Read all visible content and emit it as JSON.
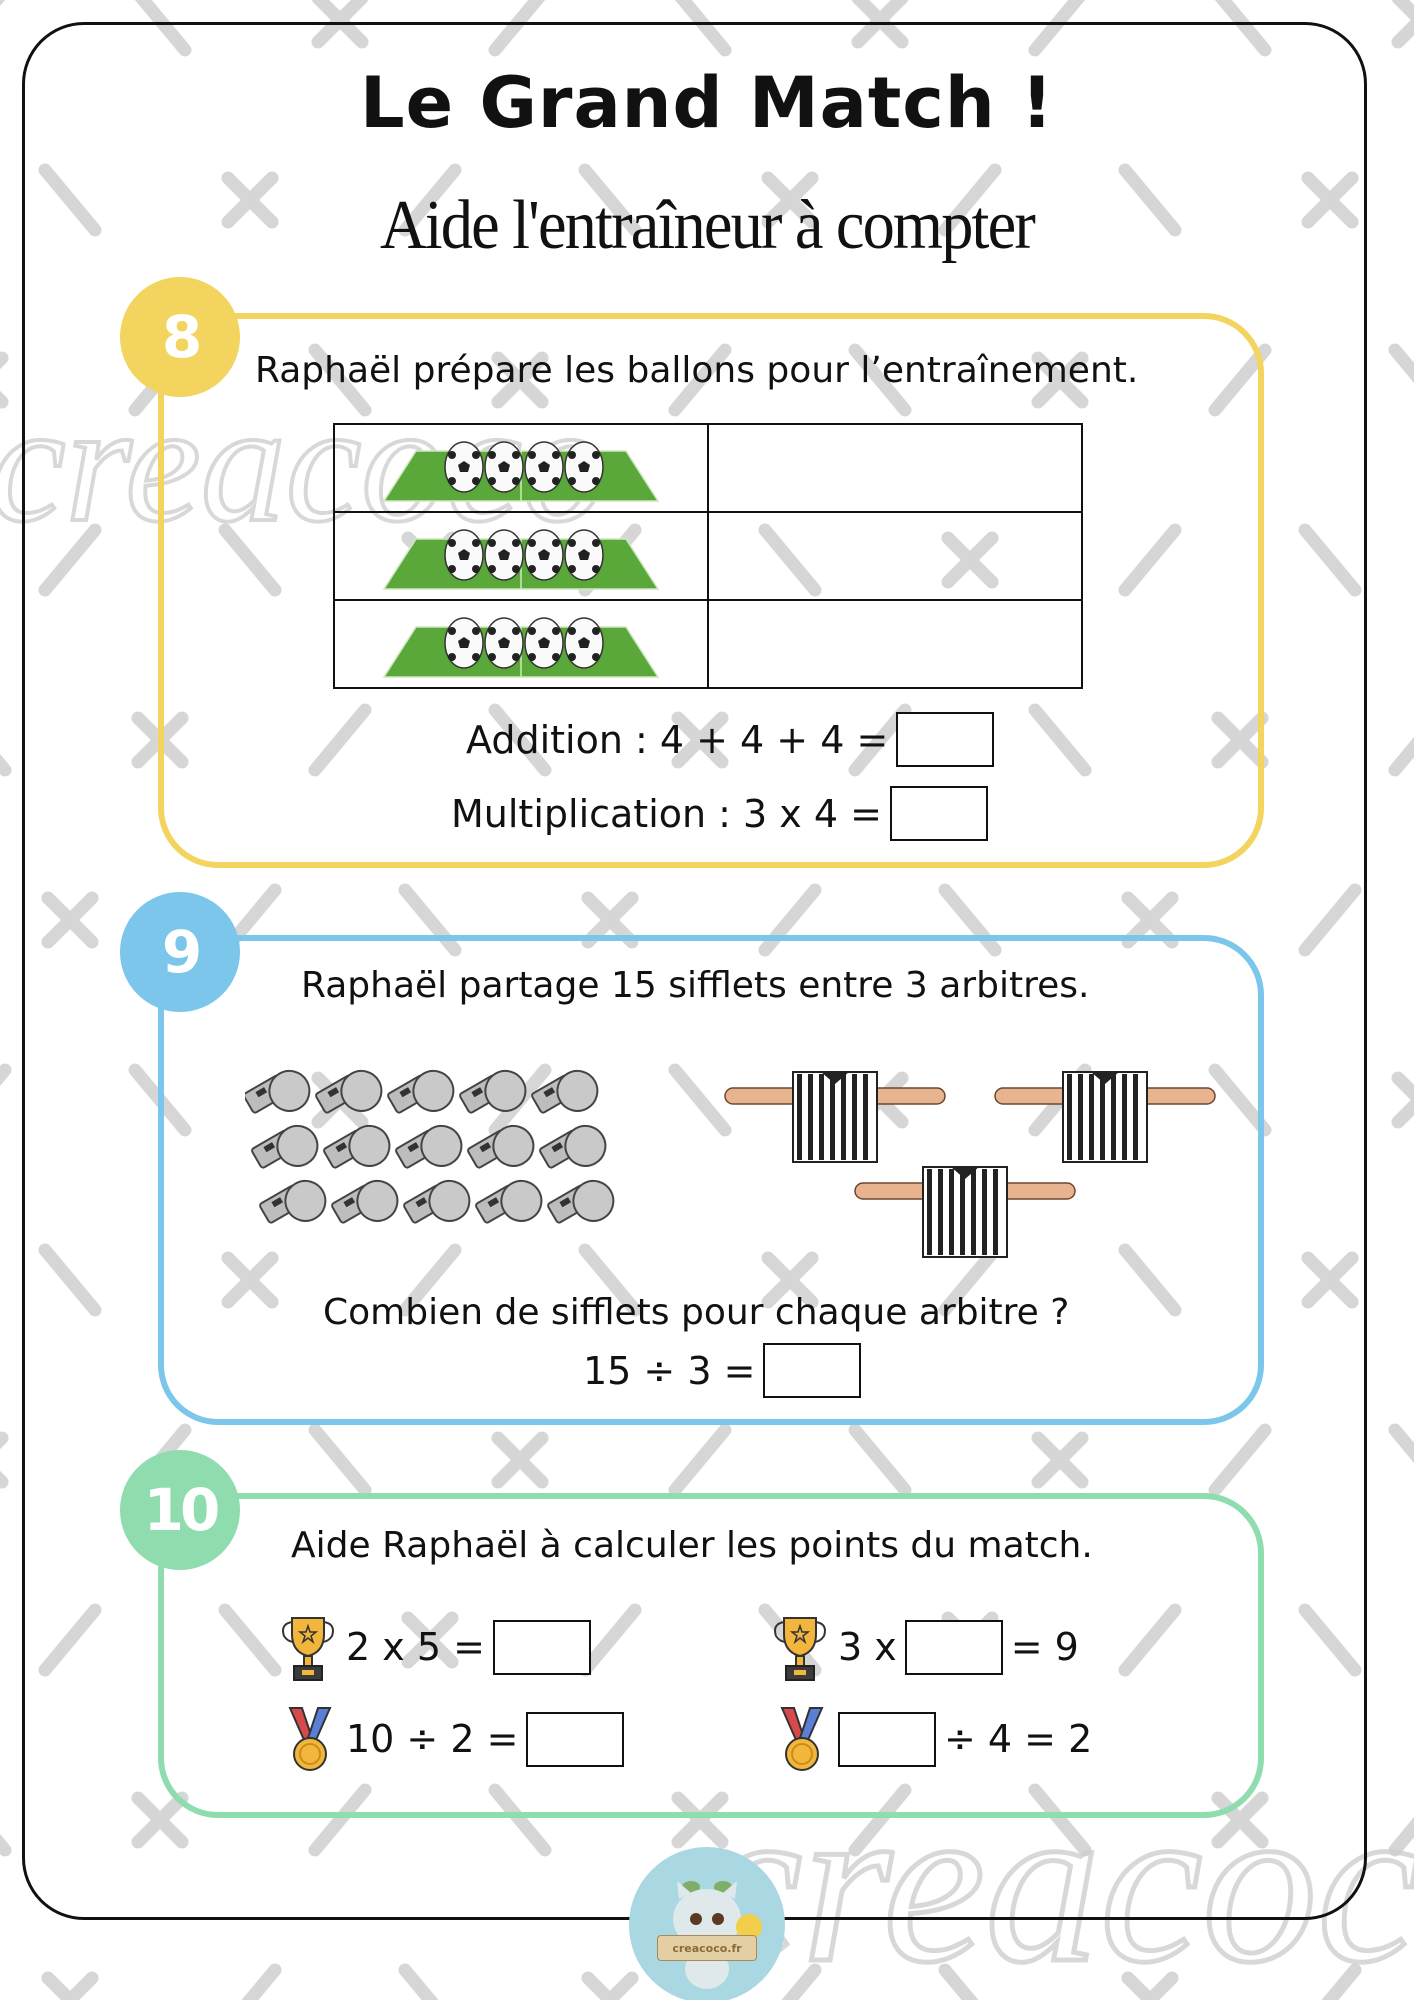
{
  "header": {
    "title": "Le Grand Match !",
    "subtitle": "Aide l'entraîneur à compter"
  },
  "colors": {
    "yellow": "#f3d45e",
    "blue": "#7cc6ec",
    "green": "#8fdcae",
    "frame": "#111111",
    "watermark": "#d0d0d0"
  },
  "exercises": [
    {
      "number": "8",
      "prompt": "Raphaël prépare les ballons pour l’entraînement.",
      "rows": [
        {
          "icon": "soccer-ball-icon",
          "count": 4
        },
        {
          "icon": "soccer-ball-icon",
          "count": 4
        },
        {
          "icon": "soccer-ball-icon",
          "count": 4
        }
      ],
      "addition_label": "Addition : 4 + 4 + 4 =",
      "multiplication_label": "Multiplication : 3 x 4 ="
    },
    {
      "number": "9",
      "prompt": "Raphaël partage 15 sifflets entre 3 arbitres.",
      "whistles_count": 15,
      "referees_count": 3,
      "question": "Combien de sifflets pour chaque arbitre ?",
      "equation": "15 ÷ 3 ="
    },
    {
      "number": "10",
      "prompt": "Aide Raphaël à calculer les points du match.",
      "equations": [
        {
          "icon": "trophy-icon",
          "before": "2 x 5 =",
          "after": ""
        },
        {
          "icon": "trophy-icon",
          "before": "3 x",
          "after": "= 9"
        },
        {
          "icon": "medal-icon",
          "before": "10 ÷ 2 =",
          "after": ""
        },
        {
          "icon": "medal-icon",
          "before": "",
          "after": "÷ 4 = 2"
        }
      ]
    }
  ],
  "logo": {
    "text": "creacoco.fr"
  },
  "watermark_text": "creacoco"
}
